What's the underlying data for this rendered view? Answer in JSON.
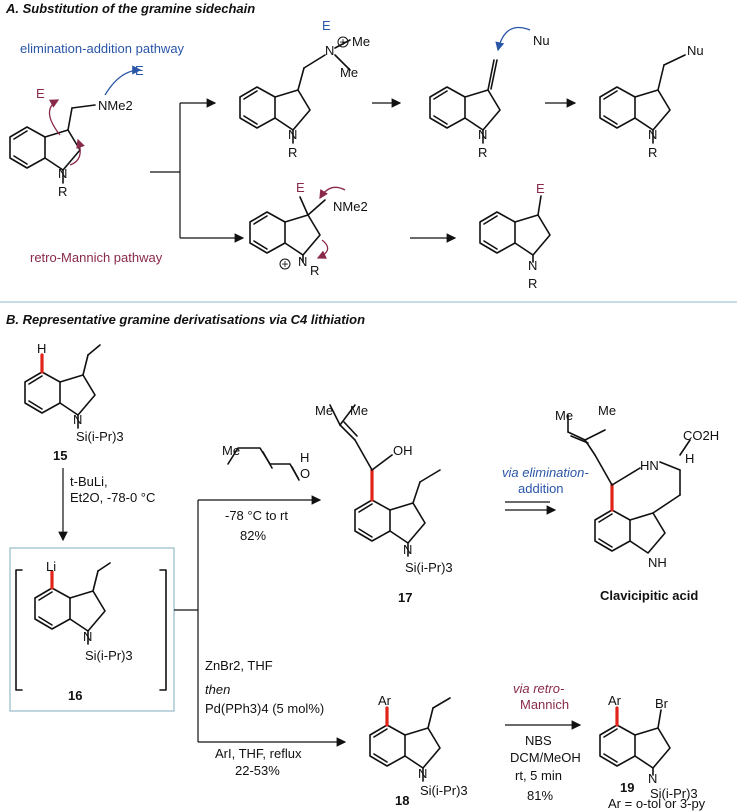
{
  "sectionA": {
    "title": "A. Substitution of the gramine sidechain",
    "elimination_label": "elimination-addition pathway",
    "retro_label": "retro-Mannich pathway",
    "e_plus": "E",
    "nme2": "NMe2",
    "me": "Me",
    "nu": "Nu",
    "r": "R",
    "n": "N"
  },
  "sectionB": {
    "title": "B. Representative gramine derivatisations via C4 lithiation",
    "cmpd15": "15",
    "cmpd16": "16",
    "cmpd17": "17",
    "cmpd18": "18",
    "cmpd19": "19",
    "step1_line1": "t-BuLi,",
    "step1_line2": "Et2O, -78-0 °C",
    "step2_cond1": "-78 °C to rt",
    "step2_cond2": "82%",
    "via_elim_1": "via elimination-",
    "via_elim_2": "addition",
    "clavicipitic": "Clavicipitic acid",
    "co2h": "CO2H",
    "step3_l1": "ZnBr2, THF",
    "step3_l2": "then",
    "step3_l3": "Pd(PPh3)4 (5 mol%)",
    "step3_l4": "ArI, THF, reflux",
    "step3_l5": "22-53%",
    "via_retro_1": "via retro-",
    "via_retro_2": "Mannich",
    "nbs": "NBS",
    "nbs_cond1": "DCM/MeOH",
    "nbs_cond2": "rt, 5 min",
    "nbs_yield": "81%",
    "ar_def": "Ar = o-tol or 3-py",
    "si": "Si(i-Pr)3",
    "li": "Li",
    "h": "H",
    "ar": "Ar",
    "br": "Br",
    "oh": "OH",
    "nh": "NH",
    "hn": "HN"
  },
  "colors": {
    "red_bond": "#e0241b",
    "blue_text": "#2a56a8",
    "maroon_text": "#8a2a4a",
    "divider": "#8fb7c4",
    "box": "#9fc0cc"
  }
}
